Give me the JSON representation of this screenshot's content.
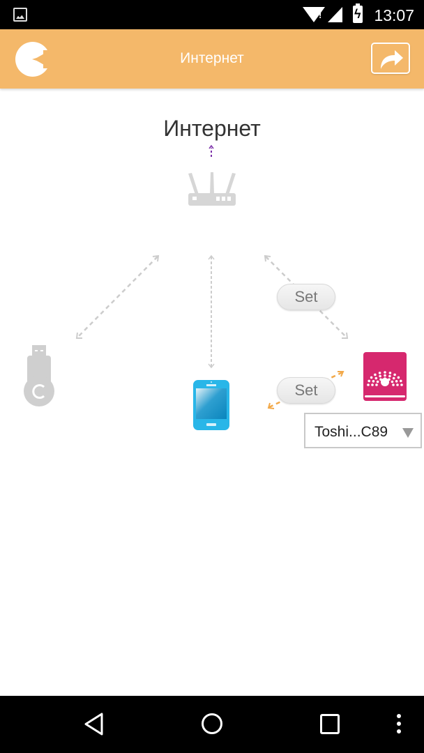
{
  "status_bar": {
    "left_icon": "gallery-notification-icon",
    "icons": [
      "wifi-alert-icon",
      "signal-alert-icon",
      "battery-charging-icon"
    ],
    "time": "13:07"
  },
  "app_bar": {
    "title": "Интернет",
    "back_icon": "back-icon",
    "share_icon": "share-icon",
    "color": "#f4b86a"
  },
  "diagram": {
    "internet_label": "Интернет",
    "nodes": [
      {
        "name": "router",
        "icon": "router-icon",
        "color": "#d6d6d6"
      },
      {
        "name": "chromecast",
        "icon": "chromecast-dongle-icon",
        "color": "#cfcfcf"
      },
      {
        "name": "phone",
        "icon": "smartphone-icon",
        "color": "#29b6e8"
      },
      {
        "name": "tv",
        "icon": "wireless-display-icon",
        "color": "#d6286e"
      }
    ],
    "links": [
      {
        "from": "router",
        "to": "internet",
        "style": "dotted",
        "color": "#7b2fa8"
      },
      {
        "from": "router",
        "to": "chromecast",
        "style": "dashed",
        "color": "#cccccc"
      },
      {
        "from": "router",
        "to": "phone",
        "style": "dashed",
        "color": "#cccccc"
      },
      {
        "from": "router",
        "to": "tv",
        "style": "dashed",
        "color": "#cccccc"
      },
      {
        "from": "phone",
        "to": "tv",
        "style": "dashed",
        "color": "#f2a94a"
      }
    ],
    "set_buttons": [
      {
        "label": "Set",
        "link": "router-tv"
      },
      {
        "label": "Set",
        "link": "phone-tv"
      }
    ],
    "device_select": {
      "value": "Toshi...C89"
    }
  },
  "nav_bar": {
    "buttons": [
      "back-nav-icon",
      "home-nav-icon",
      "recents-nav-icon",
      "menu-overflow-icon"
    ]
  }
}
